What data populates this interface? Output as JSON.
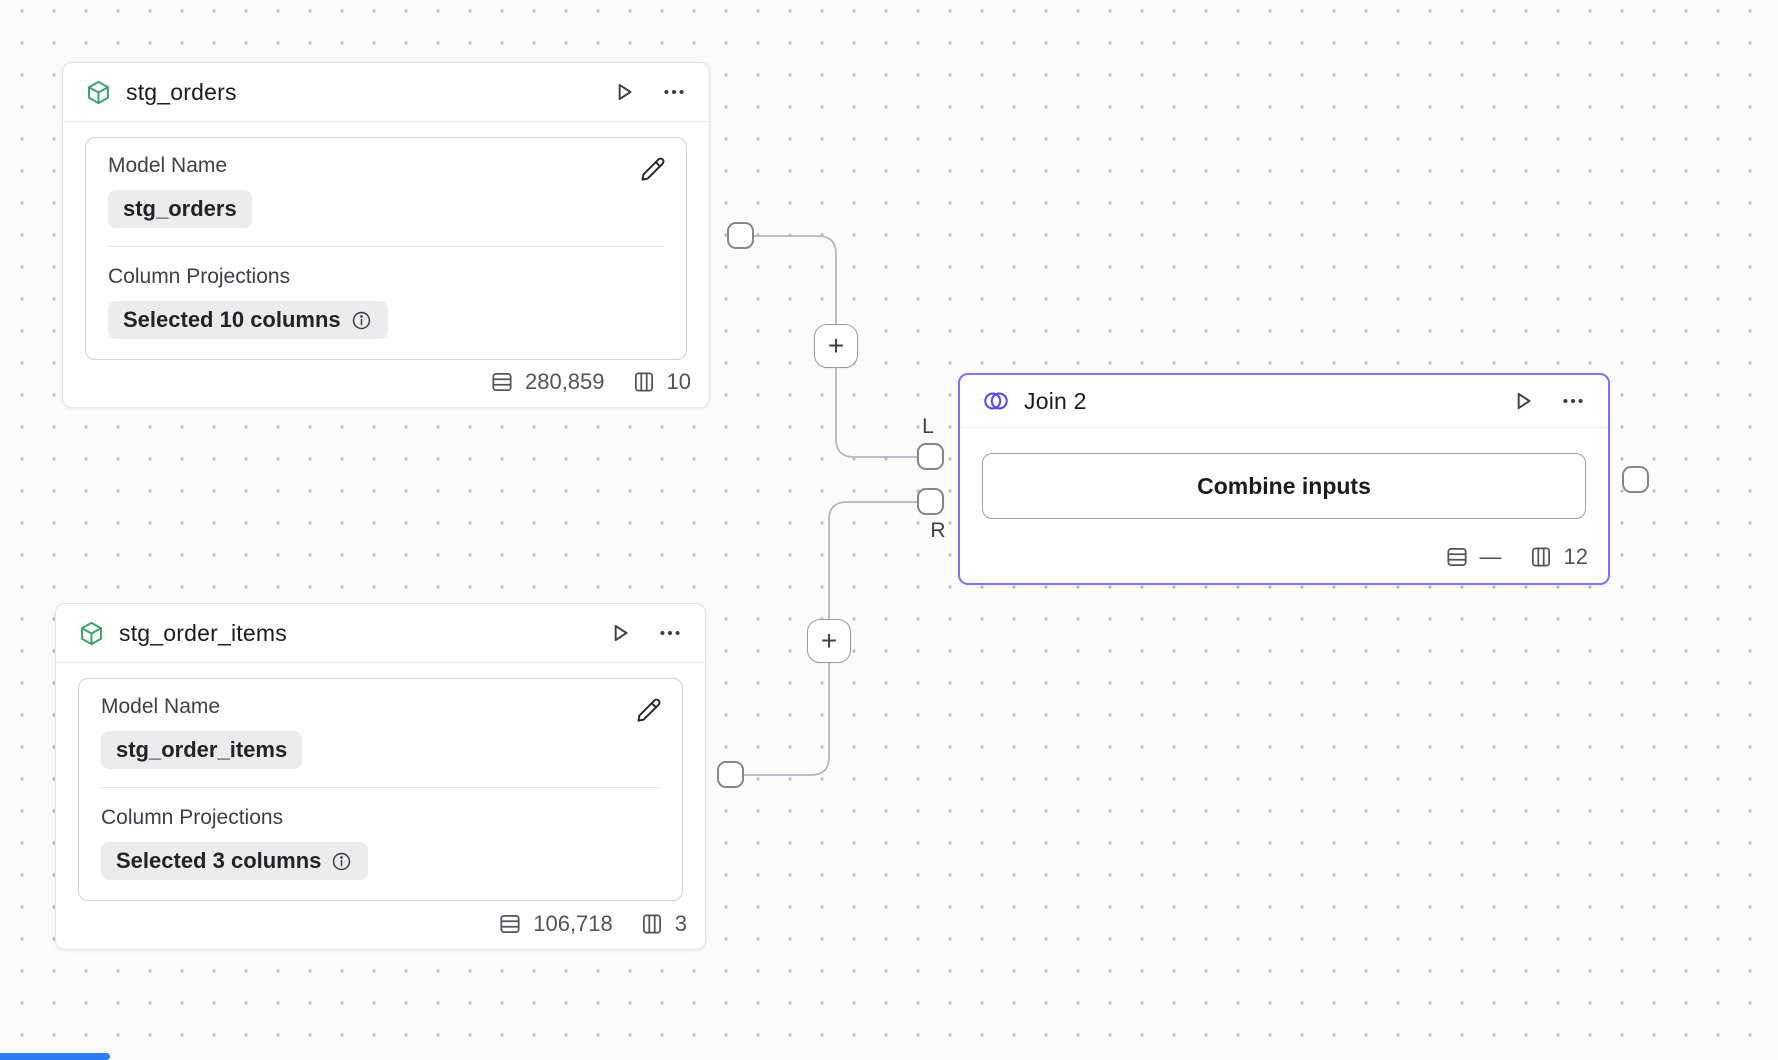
{
  "canvas": {
    "insert_node_label": "+"
  },
  "nodes": {
    "stg_orders": {
      "title": "stg_orders",
      "model_name_label": "Model Name",
      "model_name_value": "stg_orders",
      "projections_label": "Column Projections",
      "projections_value": "Selected 10 columns",
      "row_count": "280,859",
      "column_count": "10"
    },
    "stg_order_items": {
      "title": "stg_order_items",
      "model_name_label": "Model Name",
      "model_name_value": "stg_order_items",
      "projections_label": "Column Projections",
      "projections_value": "Selected 3 columns",
      "row_count": "106,718",
      "column_count": "3"
    },
    "join": {
      "title": "Join 2",
      "action_label": "Combine inputs",
      "row_count": "—",
      "column_count": "12",
      "left_port_label": "L",
      "right_port_label": "R"
    }
  },
  "icons": {
    "model_type": "cube-icon",
    "join_type": "venn-icon",
    "run": "play-icon",
    "menu": "ellipsis-icon",
    "edit": "pencil-icon",
    "info": "info-icon",
    "rows": "table-rows-icon",
    "columns": "table-columns-icon"
  },
  "colors": {
    "selected_node_border": "#8273F3",
    "join_icon": "#574AF0",
    "model_icon": "#3FA26F",
    "wire": "#B6B6BC",
    "scrollbar": "#2E7BF6"
  }
}
